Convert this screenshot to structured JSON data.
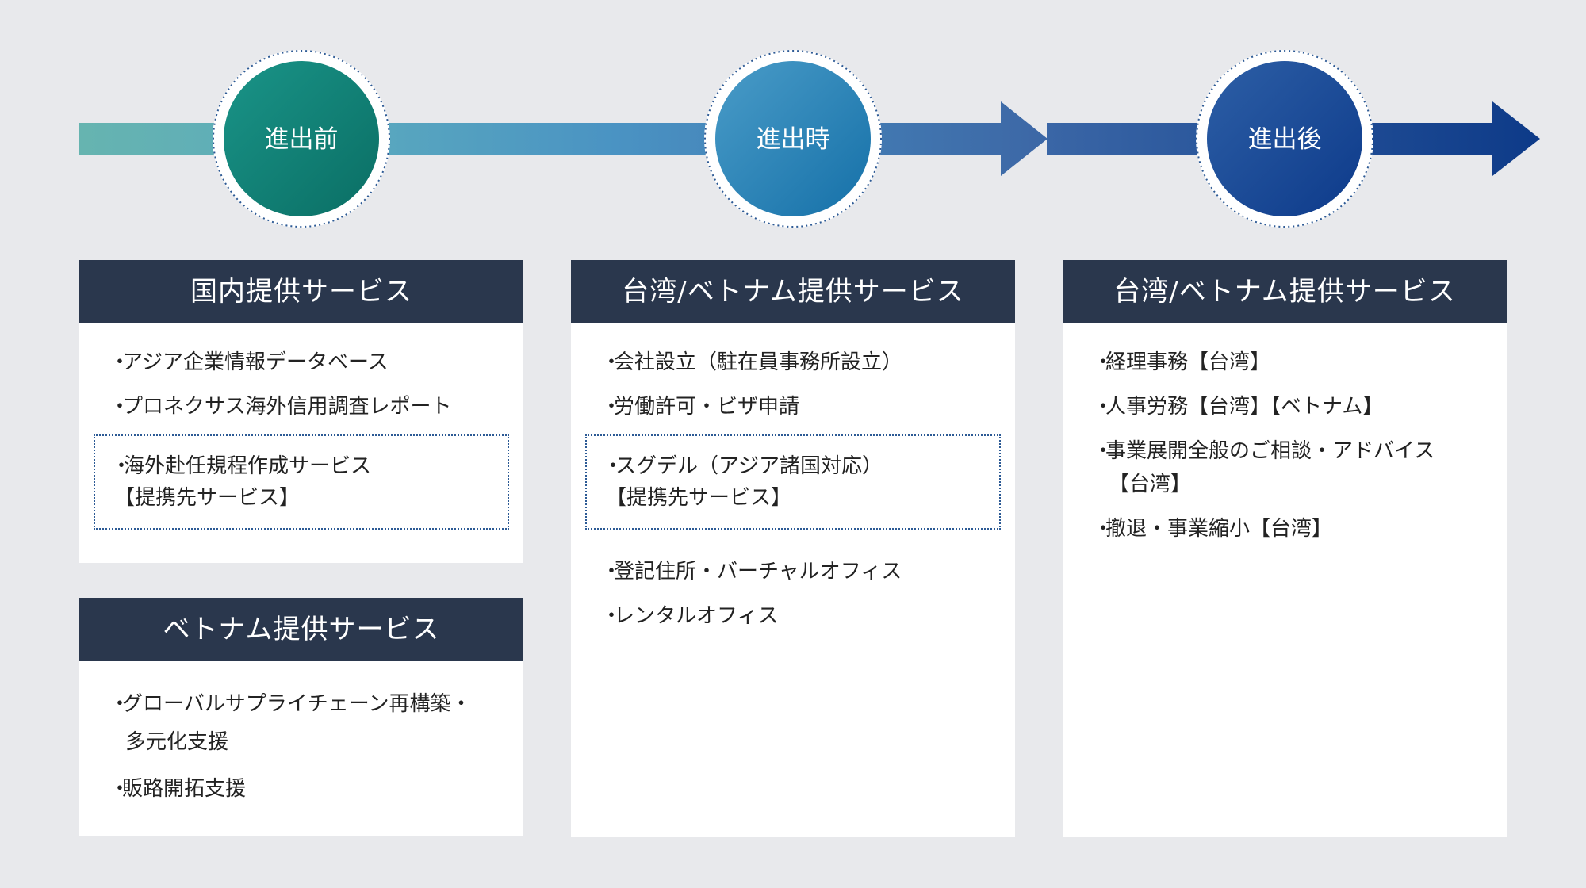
{
  "timeline": {
    "stages": [
      {
        "label": "進出前"
      },
      {
        "label": "進出時"
      },
      {
        "label": "進出後"
      }
    ],
    "colors": {
      "teal": "#65b4b1",
      "mid_blue": "#4f98c4",
      "blue": "#3a6aa8",
      "navy": "#0f3f8c"
    }
  },
  "columns": [
    {
      "boxes": [
        {
          "title": "国内提供サービス",
          "items": [
            "アジア企業情報データベース",
            "プロネクサス海外信用調査レポート"
          ],
          "partner": {
            "item": "海外赴任規程作成サービス",
            "tag": "【提携先サービス】"
          }
        },
        {
          "title": "ベトナム提供サービス",
          "items": [
            "グローバルサプライチェーン再構築・多元化支援",
            "販路開拓支援"
          ]
        }
      ]
    },
    {
      "boxes": [
        {
          "title": "台湾/ベトナム提供サービス",
          "items": [
            "会社設立（駐在員事務所設立）",
            "労働許可・ビザ申請"
          ],
          "partner": {
            "item": "スグデル（アジア諸国対応）",
            "tag": "【提携先サービス】"
          },
          "items_after": [
            "登記住所・バーチャルオフィス",
            "レンタルオフィス"
          ]
        }
      ]
    },
    {
      "boxes": [
        {
          "title": "台湾/ベトナム提供サービス",
          "items": [
            "経理事務【台湾】",
            "人事労務【台湾】【ベトナム】",
            "事業展開全般のご相談・アドバイス【台湾】",
            "撤退・事業縮小【台湾】"
          ]
        }
      ]
    }
  ]
}
